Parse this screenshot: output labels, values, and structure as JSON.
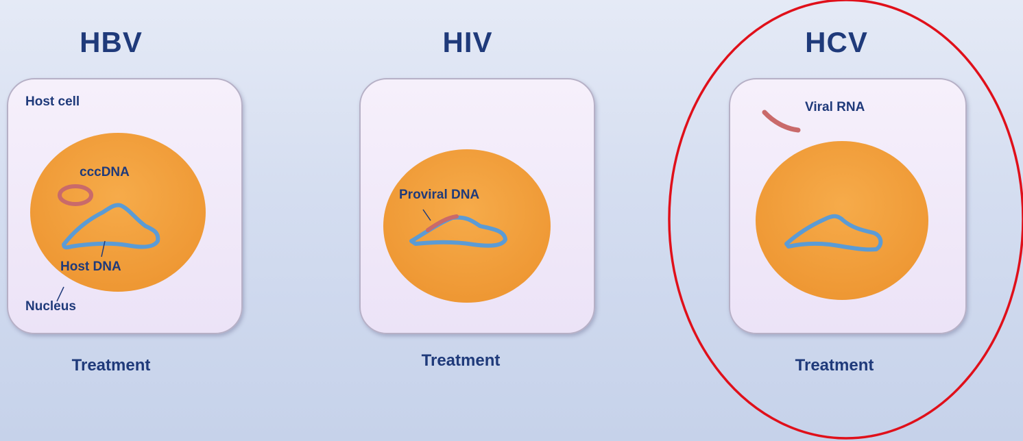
{
  "panels": [
    {
      "title": "HBV",
      "treatment": "Treatment"
    },
    {
      "title": "HIV",
      "treatment": "Treatment"
    },
    {
      "title": "HCV",
      "treatment": "Treatment"
    }
  ],
  "labels": {
    "host_cell": "Host cell",
    "cccdna": "cccDNA",
    "host_dna": "Host DNA",
    "nucleus": "Nucleus",
    "proviral_dna": "Proviral DNA",
    "viral_rna": "Viral RNA"
  },
  "colors": {
    "title_text": "#1f3a7a",
    "nucleus_fill": "#f4a13e",
    "host_dna": "#5b9bd5",
    "viral_nucleic_acid": "#c96a6a",
    "highlight_ellipse": "#e0101a"
  }
}
